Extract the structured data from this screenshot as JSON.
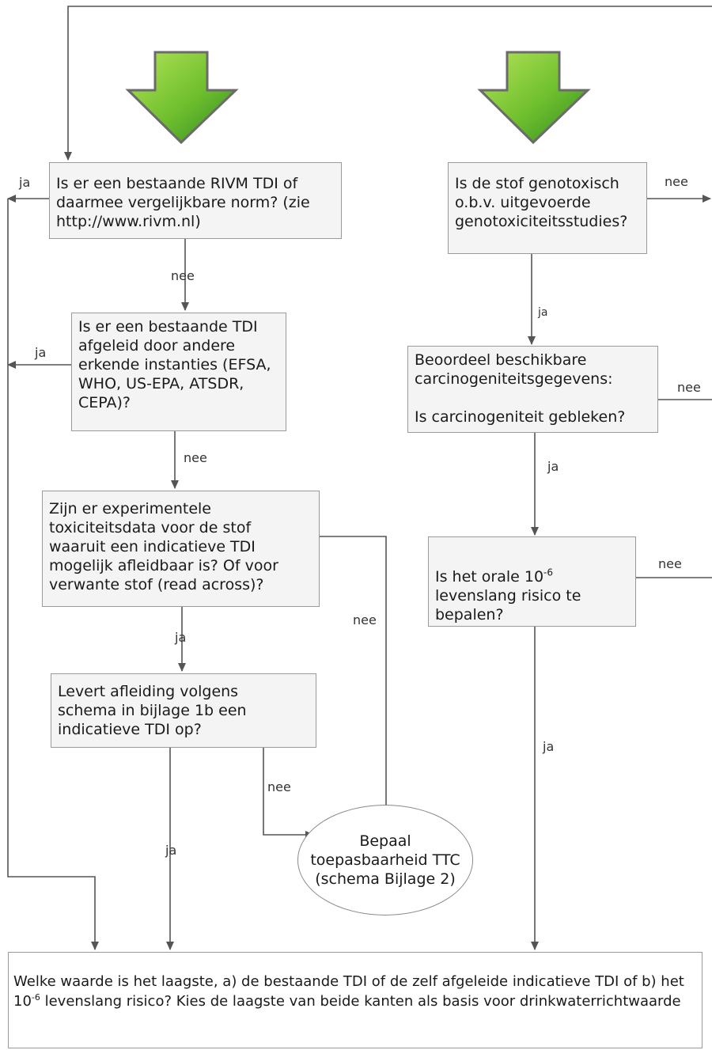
{
  "colors": {
    "line": "#555555",
    "box_fill": "#f4f4f4",
    "box_border": "#9a9a9a",
    "arrow_light": "#a8dc4a",
    "arrow_dark": "#2f8a1e"
  },
  "nodes": {
    "q_rivm_tdi": "Is er een bestaande RIVM TDI of\ndaarmee vergelijkbare norm? (zie\nhttp://www.rivm.nl)",
    "q_other_tdi": "Is er een bestaande TDI\nafgeleid door andere\nerkende instanties (EFSA,\nWHO, US-EPA, ATSDR,\nCEPA)?",
    "q_experimental": "Zijn er experimentele\ntoxiciteitsdata voor de stof\nwaaruit een indicatieve TDI\nmogelijk afleidbaar is? Of voor\nverwante stof (read across)?",
    "q_bijlage_1b": "Levert afleiding volgens\nschema in bijlage 1b een\nindicatieve TDI op?",
    "ttc": "Bepaal\ntoepasbaarheid TTC\n(schema Bijlage 2)",
    "q_genotox": "Is de stof genotoxisch\no.b.v. uitgevoerde\ngenotoxiciteitsstudies?",
    "q_carcino": "Beoordeel beschikbare\ncarcinogeniteitsgegevens:\n\nIs carcinogeniteit gebleken?",
    "q_risk_pre": "Is het orale 10",
    "q_risk_sup": "-6",
    "q_risk_post": "\nlevenslang risico te\nbepalen?",
    "final_pre": "Welke waarde is het laagste, a) de bestaande TDI of de zelf afgeleide indicatieve TDI of b) het 10",
    "final_sup": "-6",
    "final_post": " levenslang risico? Kies de laagste van beide kanten als basis voor drinkwaterrichtwaarde"
  },
  "edge_labels": {
    "ja_rivm": "ja",
    "nee_rivm": "nee",
    "ja_other": "ja",
    "nee_other": "nee",
    "ja_exp": "ja",
    "nee_exp": "nee",
    "nee_bijlage": "nee",
    "ja_bijlage": "ja",
    "nee_genotox": "nee",
    "ja_genotox": "ja",
    "nee_carcino": "nee",
    "ja_carcino": "ja",
    "nee_risk": "nee",
    "ja_risk": "ja"
  }
}
